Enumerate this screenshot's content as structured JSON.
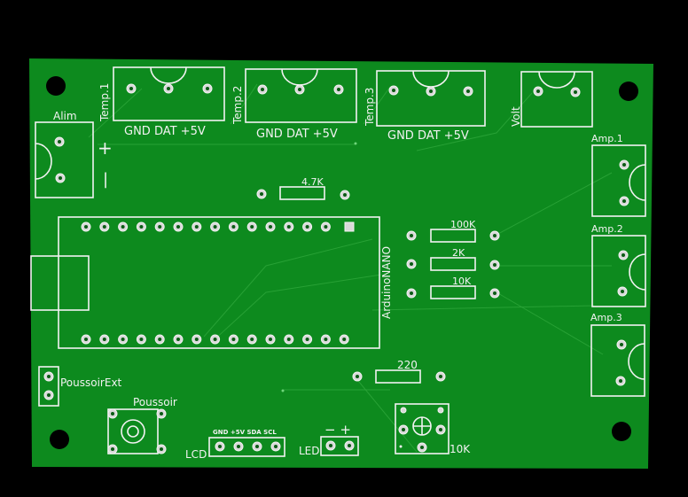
{
  "board": {
    "color": "#0d8a1e",
    "silk_color": "#f2f2f2"
  },
  "labels": {
    "temp1": "Temp.1",
    "temp2": "Temp.2",
    "temp3": "Temp.3",
    "volt": "Volt",
    "temp1_pins": "GND DAT +5V",
    "temp2_pins": "GND DAT +5V",
    "temp3_pins": "GND DAT +5V",
    "alim": "Alim",
    "plus": "+",
    "minus": "|",
    "r_47k": "4.7K",
    "r_100k": "100K",
    "r_2k": "2K",
    "r_10k": "10K",
    "r_220": "220",
    "amp1": "Amp.1",
    "amp2": "Amp.2",
    "amp3": "Amp.3",
    "arduino": "ArduinoNANO",
    "poussoir_ext": "PoussoirExt",
    "poussoir": "Poussoir",
    "lcd": "LCD",
    "lcd_pins": "GND +5V SDA SCL",
    "led": "LED",
    "led_pins": "−  +",
    "pot": "10K"
  }
}
